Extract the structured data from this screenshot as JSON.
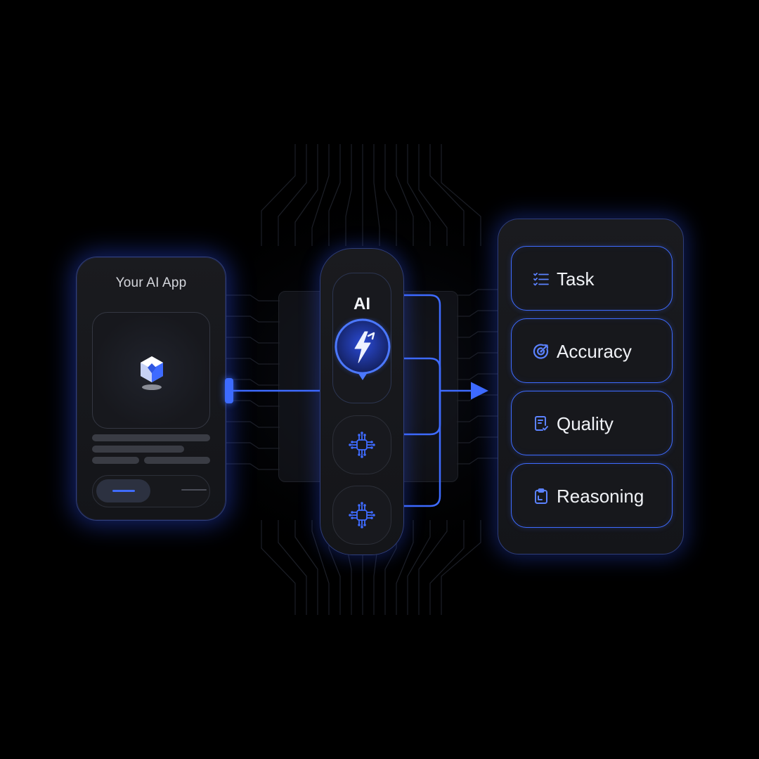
{
  "app_card": {
    "title": "Your AI App"
  },
  "ai_hub": {
    "label": "AI"
  },
  "metrics": [
    {
      "label": "Task",
      "icon": "checklist-icon"
    },
    {
      "label": "Accuracy",
      "icon": "target-icon"
    },
    {
      "label": "Quality",
      "icon": "document-check-icon"
    },
    {
      "label": "Reasoning",
      "icon": "clipboard-icon"
    }
  ],
  "colors": {
    "background": "#000000",
    "accent": "#3e6bff",
    "card": "#17181c",
    "text": "#f0f2f6"
  }
}
